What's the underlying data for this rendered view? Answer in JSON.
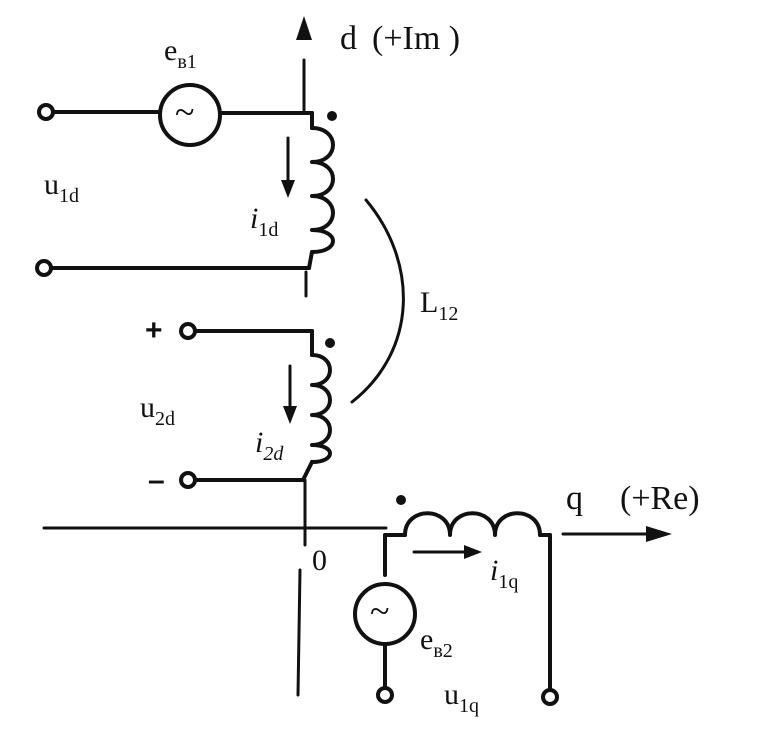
{
  "axes": {
    "d_label": "d",
    "d_paren": "(+Im )",
    "q_label": "q",
    "q_paren": "(+Re)",
    "origin": "0"
  },
  "labels": {
    "e1_main": "e",
    "e1_sub": "в1",
    "u1d_main": "u",
    "u1d_sub": "1d",
    "i1d_main": "i",
    "i1d_sub": "1d",
    "L12_main": "L",
    "L12_sub": "12",
    "plus": "+",
    "minus": "–",
    "u2d_main": "u",
    "u2d_sub": "2d",
    "i2d_main": "i",
    "i2d_sub": "2d",
    "i1q_main": "i",
    "i1q_sub": "1q",
    "e2_main": "e",
    "e2_sub": "в2",
    "u1q_main": "u",
    "u1q_sub": "1q",
    "ac_glyph": "~"
  },
  "colors": {
    "ink": "#111111",
    "background": "#ffffff"
  }
}
